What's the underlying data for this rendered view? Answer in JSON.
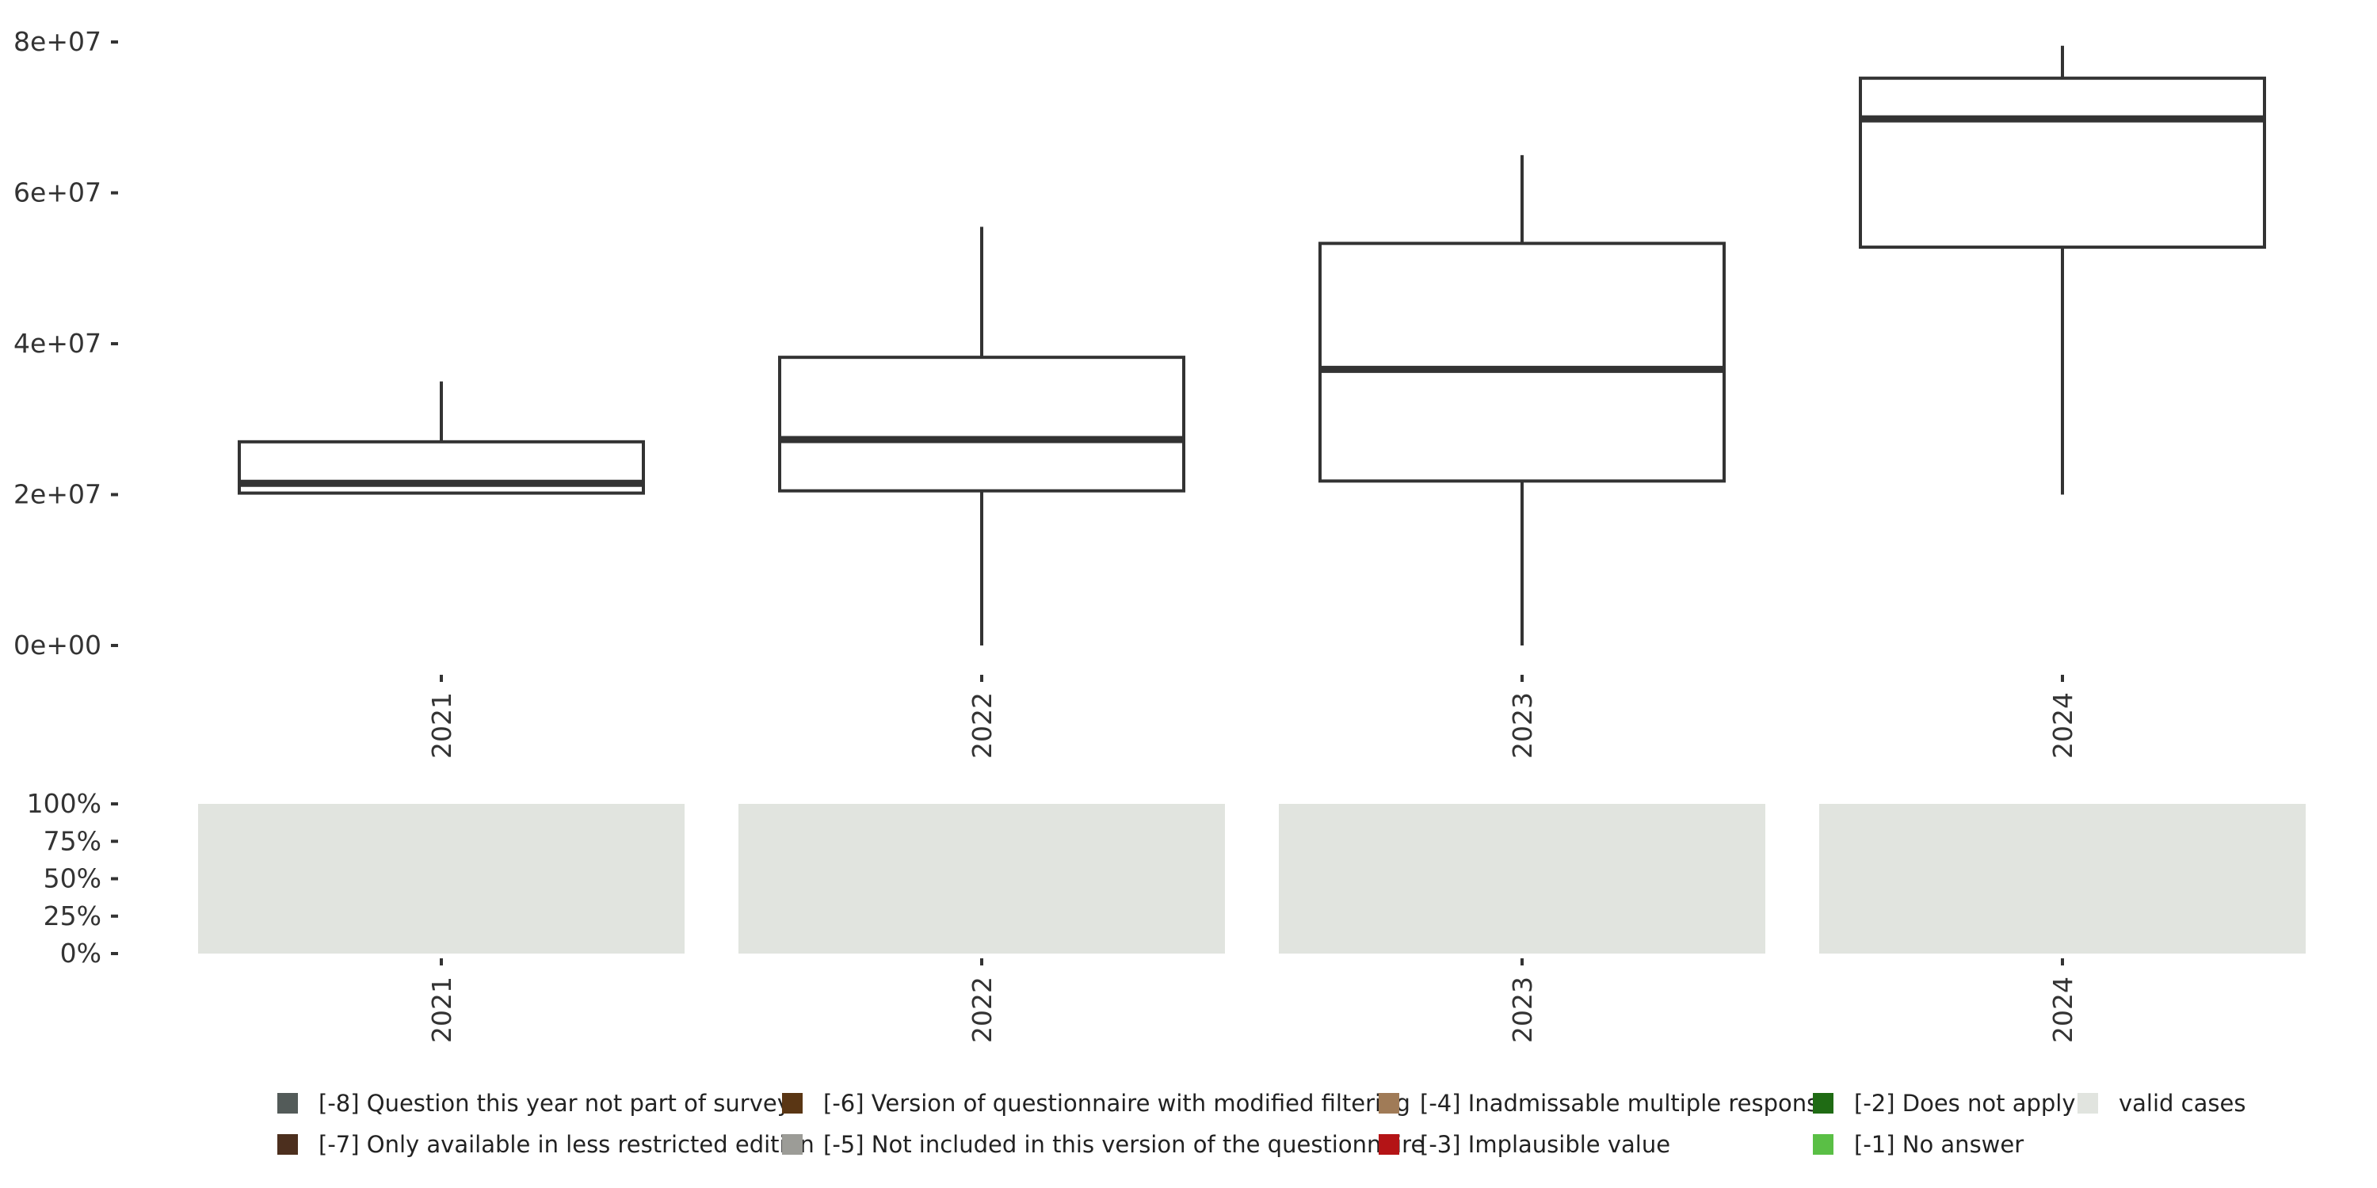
{
  "chart_data": [
    {
      "type": "box",
      "categories": [
        "2021",
        "2022",
        "2023",
        "2024"
      ],
      "series": [
        {
          "values": [
            {
              "whisker_low": 20000000,
              "q1": 20200000,
              "median": 21500000,
              "q3": 27000000,
              "whisker_high": 35000000
            },
            {
              "whisker_low": 0,
              "q1": 20500000,
              "median": 27300000,
              "q3": 38200000,
              "whisker_high": 55500000
            },
            {
              "whisker_low": 0,
              "q1": 21800000,
              "median": 36600000,
              "q3": 53300000,
              "whisker_high": 65000000
            },
            {
              "whisker_low": 20000000,
              "q1": 52800000,
              "median": 69800000,
              "q3": 75200000,
              "whisker_high": 79500000
            }
          ]
        }
      ],
      "yticks": [
        "0e+00",
        "2e+07",
        "4e+07",
        "6e+07",
        "8e+07"
      ],
      "ylim": [
        0,
        80000000
      ],
      "xlabel": "",
      "ylabel": "",
      "title": "",
      "grid": false
    },
    {
      "type": "bar",
      "stacked": true,
      "categories": [
        "2021",
        "2022",
        "2023",
        "2024"
      ],
      "series": [
        {
          "name": "valid cases",
          "values": [
            100,
            100,
            100,
            100
          ]
        }
      ],
      "yticks": [
        "0%",
        "25%",
        "50%",
        "75%",
        "100%"
      ],
      "ylim": [
        0,
        100
      ],
      "xlabel": "",
      "ylabel": "",
      "title": "",
      "grid": false
    }
  ],
  "colors": {
    "box_stroke": "#333333",
    "valid": "#e1e4df"
  },
  "legend": {
    "position": "bottom",
    "items": [
      {
        "label": "[-8] Question this year not part of survey",
        "color": "#535b59"
      },
      {
        "label": "[-7] Only available in less restricted edition",
        "color": "#4c2f1e"
      },
      {
        "label": "[-6] Version of questionnaire with modified filtering",
        "color": "#5a3614"
      },
      {
        "label": "[-5] Not included in this version of the questionnaire",
        "color": "#9c9c97"
      },
      {
        "label": "[-4] Inadmissable multiple response",
        "color": "#a07b57"
      },
      {
        "label": "[-3] Implausible value",
        "color": "#b41416"
      },
      {
        "label": "[-2] Does not apply",
        "color": "#1f6b14"
      },
      {
        "label": "[-1] No answer",
        "color": "#5abf45"
      },
      {
        "label": "valid cases",
        "color": "#e1e4df"
      }
    ]
  }
}
